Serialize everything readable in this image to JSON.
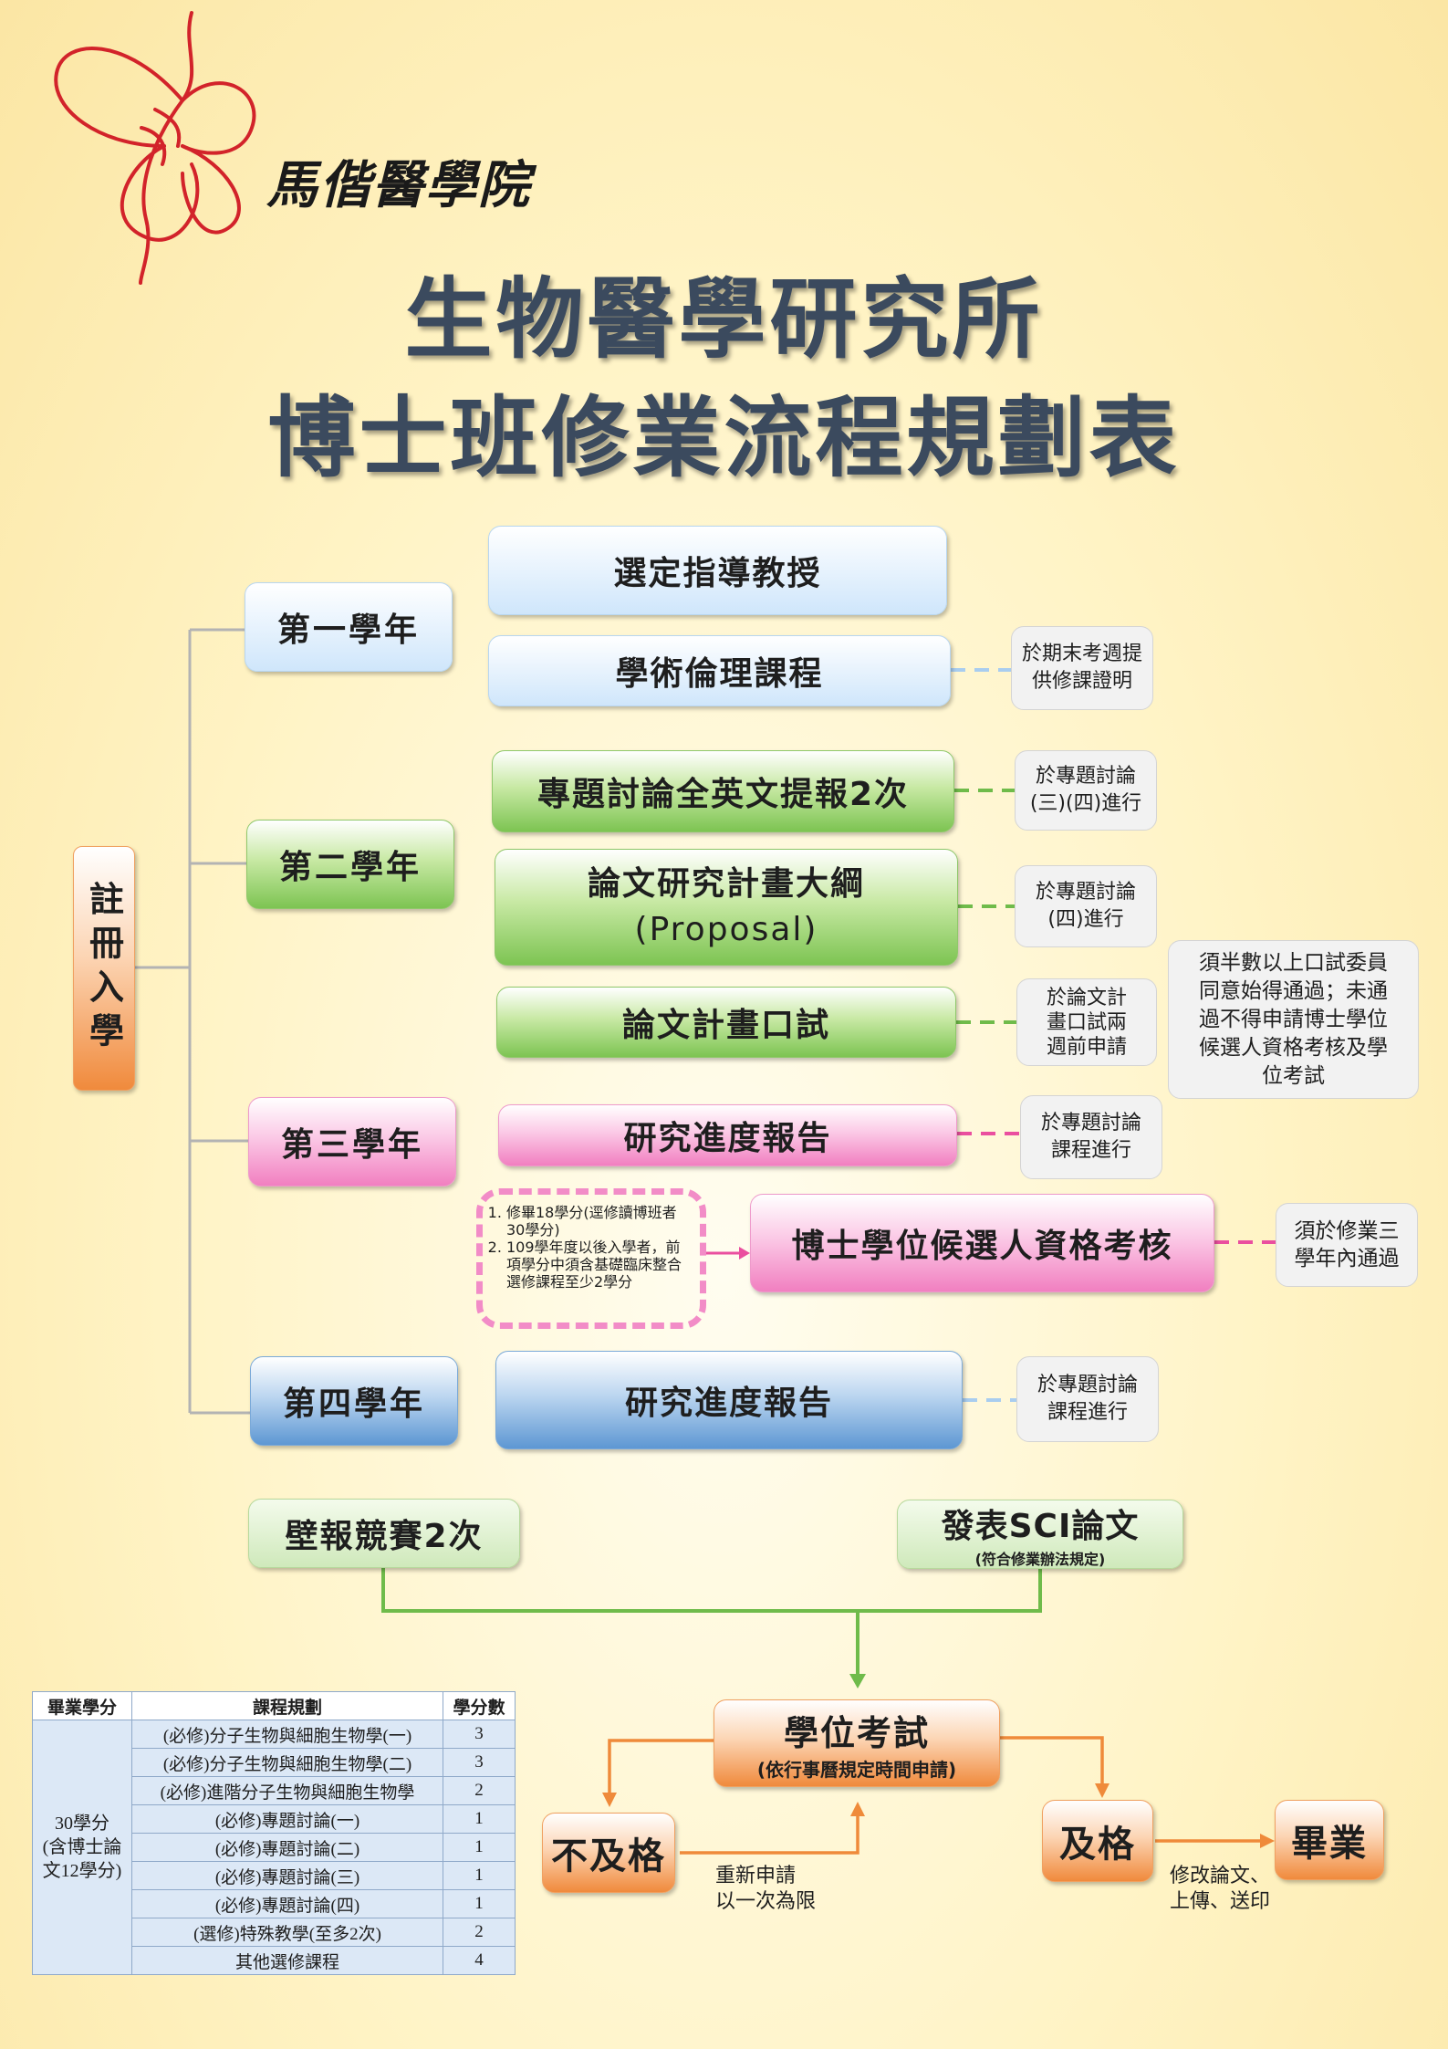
{
  "header": {
    "school_name": "馬偕醫學院",
    "title_line1": "生物醫學研究所",
    "title_line2": "博士班修業流程規劃表"
  },
  "registration": "註冊入學",
  "years": {
    "y1": "第一學年",
    "y2": "第二學年",
    "y3": "第三學年",
    "y4": "第四學年"
  },
  "steps": {
    "advisor": "選定指導教授",
    "ethics": "學術倫理課程",
    "seminar_english": "專題討論全英文提報2次",
    "proposal_line1": "論文研究計畫大綱",
    "proposal_line2": "(Proposal)",
    "proposal_oral": "論文計畫口試",
    "progress_y3": "研究進度報告",
    "qualify": "博士學位候選人資格考核",
    "progress_y4": "研究進度報告",
    "poster": "壁報競賽2次",
    "sci_title": "發表SCI論文",
    "sci_sub": "(符合修業辦法規定)",
    "exam_title": "學位考試",
    "exam_sub": "(依行事曆規定時間申請)",
    "fail": "不及格",
    "pass": "及格",
    "graduate": "畢業",
    "reapply": "重新申請\n以一次為限",
    "revise": "修改論文、\n上傳、送印"
  },
  "notes": {
    "ethics_note": "於期末考週提\n供修課證明",
    "seminar_note": "於專題討論\n(三)(四)進行",
    "proposal_note": "於專題討論\n(四)進行",
    "oral_note": "於論文計\n畫口試兩\n週前申請",
    "oral_rule": "須半數以上口試委員\n同意始得通過；未通\n過不得申請博士學位\n候選人資格考核及學\n位考試",
    "progress3_note": "於專題討論\n課程進行",
    "qualify_note": "須於修業三\n學年內通過",
    "progress4_note": "於專題討論\n課程進行"
  },
  "requirements": [
    "修畢18學分(逕修讀博班者30學分)",
    "109學年度以後入學者，前項學分中須含基礎臨床整合選修課程至少2學分"
  ],
  "credit_table": {
    "headers": [
      "畢業學分",
      "課程規劃",
      "學分數"
    ],
    "total_label": "30學分\n(含博士論\n文12學分)",
    "rows": [
      {
        "course": "(必修)分子生物與細胞生物學(一)",
        "credits": "3"
      },
      {
        "course": "(必修)分子生物與細胞生物學(二)",
        "credits": "3"
      },
      {
        "course": "(必修)進階分子生物與細胞生物學",
        "credits": "2"
      },
      {
        "course": "(必修)專題討論(一)",
        "credits": "1"
      },
      {
        "course": "(必修)專題討論(二)",
        "credits": "1"
      },
      {
        "course": "(必修)專題討論(三)",
        "credits": "1"
      },
      {
        "course": "(必修)專題討論(四)",
        "credits": "1"
      },
      {
        "course": "(選修)特殊教學(至多2次)",
        "credits": "2"
      },
      {
        "course": "其他選修課程",
        "credits": "4"
      }
    ]
  },
  "colors": {
    "title": "#3b4a5e",
    "logo_red": "#d2232a",
    "blue_dash": "#a9cdef",
    "green_dash": "#6fbb4a",
    "pink_dash": "#ea4f9f",
    "connector_gray": "#b0b0b0",
    "arrow_orange": "#ef8a3a"
  }
}
